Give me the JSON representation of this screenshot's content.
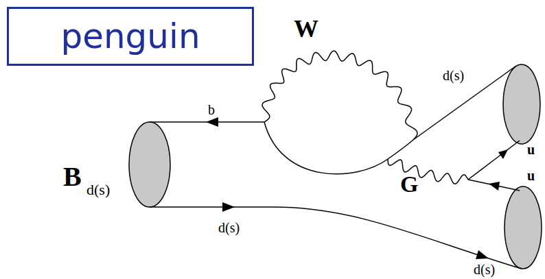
{
  "diagram": {
    "nodes": [
      {
        "text": [
          "penguin"
        ]
      }
    ],
    "labels": [
      "W",
      "d(s)",
      "b",
      "B",
      "d(s)",
      "u",
      "G",
      "u",
      "d(s)",
      "d(s)"
    ]
  }
}
